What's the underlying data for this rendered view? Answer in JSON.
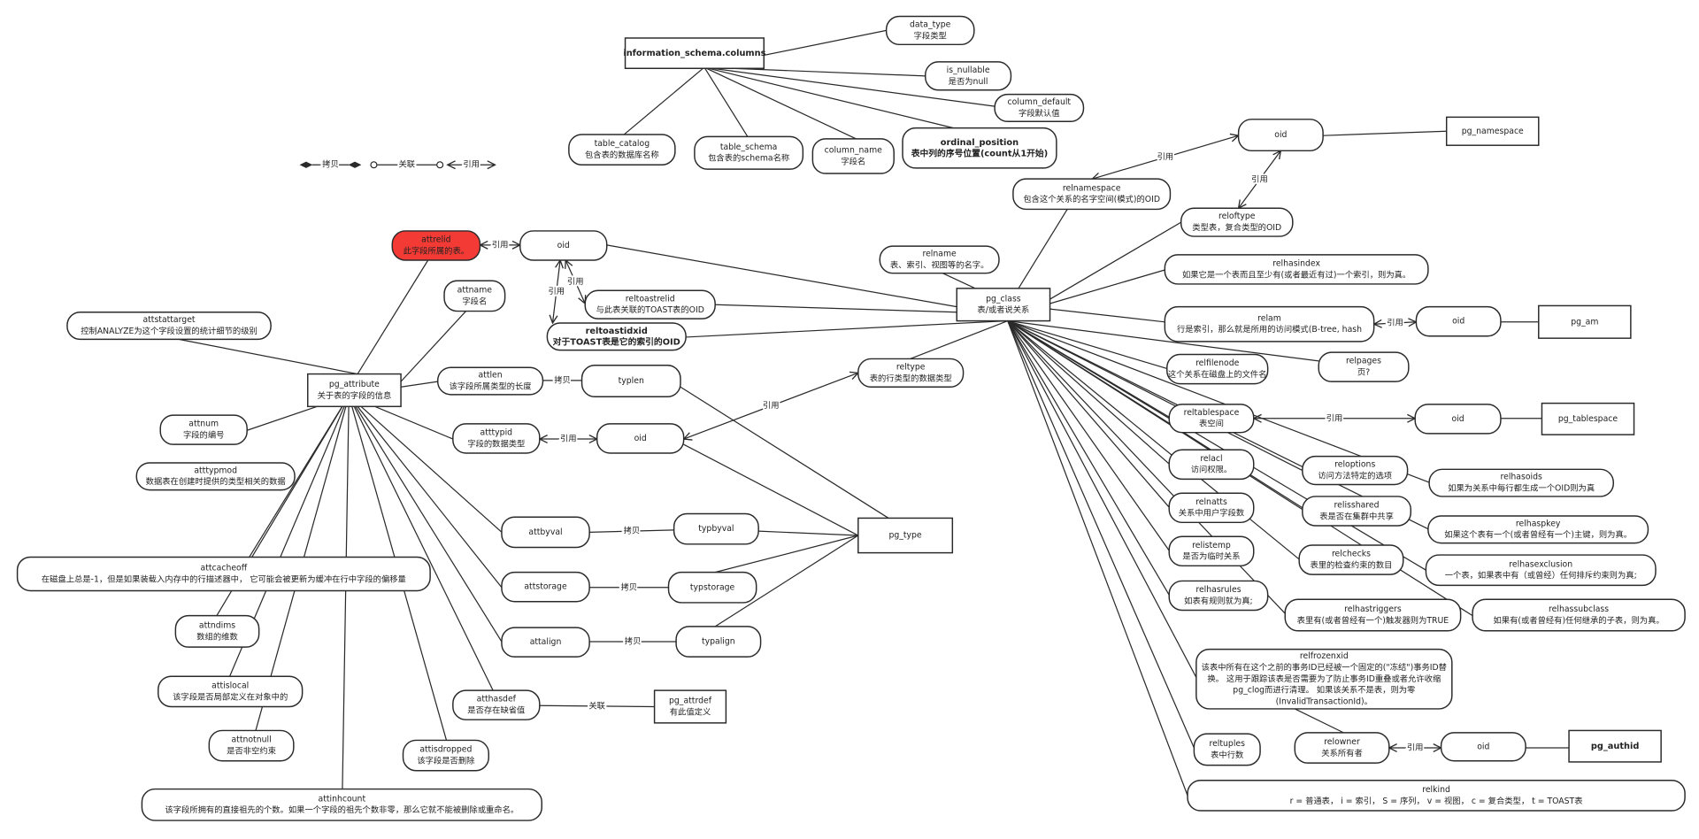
{
  "edge_labels": {
    "ref": "引用",
    "copy": "拷贝",
    "assoc": "关联"
  },
  "legend": {
    "copy": "拷贝",
    "assoc": "关联",
    "ref": "引用"
  },
  "colors": {
    "highlight": "#f33a34",
    "stroke": "#2a2a2a"
  },
  "nodes": {
    "info_schema": {
      "name": "information_schema.columns"
    },
    "data_type": {
      "name": "data_type",
      "desc": [
        "字段类型"
      ]
    },
    "is_nullable": {
      "name": "is_nullable",
      "desc": [
        "是否为null"
      ]
    },
    "column_default": {
      "name": "column_default",
      "desc": [
        "字段默认值"
      ]
    },
    "ordinal_position": {
      "name": "ordinal_position",
      "desc": [
        "表中列的序号位置(count从1开始)"
      ]
    },
    "table_catalog": {
      "name": "table_catalog",
      "desc": [
        "包含表的数据库名称"
      ]
    },
    "table_schema": {
      "name": "table_schema",
      "desc": [
        "包含表的schema名称"
      ]
    },
    "column_name": {
      "name": "column_name",
      "desc": [
        "字段名"
      ]
    },
    "attrelid": {
      "name": "attrelid",
      "desc": [
        "此字段所属的表。"
      ]
    },
    "oid_rel": {
      "name": "oid"
    },
    "attname": {
      "name": "attname",
      "desc": [
        "字段名"
      ]
    },
    "attstattarget": {
      "name": "attstattarget",
      "desc": [
        "控制ANALYZE为这个字段设置的统计细节的级别"
      ]
    },
    "reltoastrelid": {
      "name": "reltoastrelid",
      "desc": [
        "与此表关联的TOAST表的OID"
      ]
    },
    "reltoastidxid": {
      "name": "reltoastidxid",
      "desc": [
        "对于TOAST表是它的索引的OID"
      ]
    },
    "pg_attribute": {
      "name": "pg_attribute",
      "desc": [
        "关于表的字段的信息"
      ]
    },
    "attlen": {
      "name": "attlen",
      "desc": [
        "该字段所属类型的长度"
      ]
    },
    "typlen": {
      "name": "typlen"
    },
    "reltype": {
      "name": "reltype",
      "desc": [
        "表的行类型的数据类型"
      ]
    },
    "attnum": {
      "name": "attnum",
      "desc": [
        "字段的编号"
      ]
    },
    "atttypid": {
      "name": "atttypid",
      "desc": [
        "字段的数据类型"
      ]
    },
    "oid_type": {
      "name": "oid"
    },
    "atttypmod": {
      "name": "atttypmod",
      "desc": [
        "数据表在创建时提供的类型相关的数据"
      ]
    },
    "attbyval": {
      "name": "attbyval"
    },
    "typbyval": {
      "name": "typbyval"
    },
    "pg_type": {
      "name": "pg_type"
    },
    "attcacheoff": {
      "name": "attcacheoff",
      "desc": [
        "在磁盘上总是-1，但是如果装载入内存中的行描述器中， 它可能会被更新为缓冲在行中字段的偏移量"
      ]
    },
    "attstorage": {
      "name": "attstorage"
    },
    "typstorage": {
      "name": "typstorage"
    },
    "attndims": {
      "name": "attndims",
      "desc": [
        "数组的维数"
      ]
    },
    "attalign": {
      "name": "attalign"
    },
    "typalign": {
      "name": "typalign"
    },
    "attislocal": {
      "name": "attislocal",
      "desc": [
        "该字段是否局部定义在对象中的"
      ]
    },
    "atthasdef": {
      "name": "atthasdef",
      "desc": [
        "是否存在缺省值"
      ]
    },
    "pg_attrdef": {
      "name": "pg_attrdef",
      "desc": [
        "有此值定义"
      ]
    },
    "attnotnull": {
      "name": "attnotnull",
      "desc": [
        "是否非空约束"
      ]
    },
    "attisdropped": {
      "name": "attisdropped",
      "desc": [
        "该字段是否删除"
      ]
    },
    "attinhcount": {
      "name": "attinhcount",
      "desc": [
        "该字段所拥有的直接祖先的个数。如果一个字段的祖先个数非零，那么它就不能被删除或重命名。"
      ]
    },
    "oid_ns": {
      "name": "oid"
    },
    "pg_namespace": {
      "name": "pg_namespace"
    },
    "relnamespace": {
      "name": "relnamespace",
      "desc": [
        "包含这个关系的名字空间(模式)的OID"
      ]
    },
    "reloftype": {
      "name": "reloftype",
      "desc": [
        "类型表，复合类型的OID"
      ]
    },
    "relname": {
      "name": "relname",
      "desc": [
        "表、索引、视图等的名字。"
      ]
    },
    "pg_class": {
      "name": "pg_class",
      "desc": [
        "表/或者说关系"
      ]
    },
    "relhasindex": {
      "name": "relhasindex",
      "desc": [
        "如果它是一个表而且至少有(或者最近有过)一个索引，则为真。"
      ]
    },
    "relam": {
      "name": "relam",
      "desc": [
        "行是索引，那么就是所用的访问模式(B-tree, hash"
      ]
    },
    "oid_am": {
      "name": "oid"
    },
    "pg_am": {
      "name": "pg_am"
    },
    "relpages": {
      "name": "relpages",
      "desc": [
        "页?"
      ]
    },
    "relfilenode": {
      "name": "relfilenode",
      "desc": [
        "这个关系在磁盘上的文件名"
      ]
    },
    "reltablespace": {
      "name": "reltablespace",
      "desc": [
        "表空间"
      ]
    },
    "oid_ts": {
      "name": "oid"
    },
    "pg_tablespace": {
      "name": "pg_tablespace"
    },
    "relacl": {
      "name": "relacl",
      "desc": [
        "访问权限。"
      ]
    },
    "reloptions": {
      "name": "reloptions",
      "desc": [
        "访问方法特定的选项"
      ]
    },
    "relhasoids": {
      "name": "relhasoids",
      "desc": [
        "如果为关系中每行都生成一个OID则为真"
      ]
    },
    "relnatts": {
      "name": "relnatts",
      "desc": [
        "关系中用户字段数"
      ]
    },
    "relisshared": {
      "name": "relisshared",
      "desc": [
        "表是否在集群中共享"
      ]
    },
    "relhaspkey": {
      "name": "relhaspkey",
      "desc": [
        "如果这个表有一个(或者曾经有一个)主键，则为真。"
      ]
    },
    "relistemp": {
      "name": "relistemp",
      "desc": [
        "是否为临时关系"
      ]
    },
    "relchecks": {
      "name": "relchecks",
      "desc": [
        "表里的检查约束的数目"
      ]
    },
    "relhasexclusion": {
      "name": "relhasexclusion",
      "desc": [
        "一个表，如果表中有（或曾经）任何排斥约束则为真;"
      ]
    },
    "relhasrules": {
      "name": "relhasrules",
      "desc": [
        "如表有规则就为真;"
      ]
    },
    "relhastriggers": {
      "name": "relhastriggers",
      "desc": [
        "表里有(或者曾经有一个)触发器则为TRUE"
      ]
    },
    "relhassubclass": {
      "name": "relhassubclass",
      "desc": [
        "如果有(或者曾经有)任何继承的子表，则为真。"
      ]
    },
    "relfrozenxid": {
      "name": "relfrozenxid",
      "desc": [
        "该表中所有在这个之前的事务ID已经被一个固定的(\"冻结\")事务ID替",
        "换。 这用于跟踪该表是否需要为了防止事务ID重叠或者允许收缩",
        "pg_clog而进行清理。 如果该关系不是表，则为零",
        "(InvalidTransactionId)。"
      ]
    },
    "reltuples": {
      "name": "reltuples",
      "desc": [
        "表中行数"
      ]
    },
    "relowner": {
      "name": "relowner",
      "desc": [
        "关系所有者"
      ]
    },
    "oid_owner": {
      "name": "oid"
    },
    "pg_authid": {
      "name": "pg_authid"
    },
    "relkind": {
      "name": "relkind",
      "desc": [
        "r = 普通表， i = 索引， S = 序列， v = 视图， c = 复合类型， t = TOAST表"
      ]
    }
  }
}
